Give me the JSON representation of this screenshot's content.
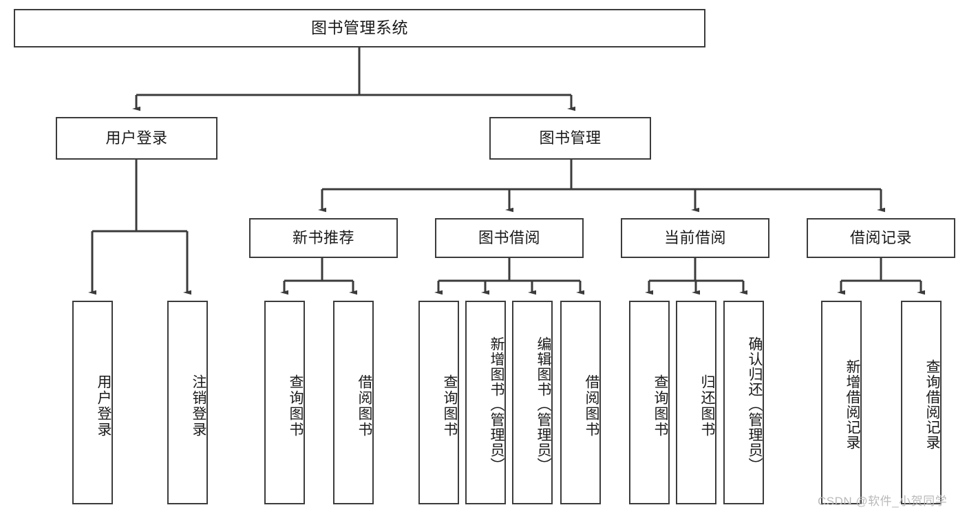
{
  "diagram": {
    "title": "图书管理系统",
    "type": "function-tree",
    "root": {
      "id": "root",
      "label": "图书管理系统"
    },
    "level2": [
      {
        "id": "user-login",
        "label": "用户登录"
      },
      {
        "id": "book-management",
        "label": "图书管理"
      }
    ],
    "level3": [
      {
        "id": "new-book-recommend",
        "label": "新书推荐",
        "parent": "book-management"
      },
      {
        "id": "book-borrow",
        "label": "图书借阅",
        "parent": "book-management"
      },
      {
        "id": "current-borrow",
        "label": "当前借阅",
        "parent": "book-management"
      },
      {
        "id": "borrow-record",
        "label": "借阅记录",
        "parent": "book-management"
      }
    ],
    "leaves": {
      "user-login": [
        {
          "id": "leaf-user-login",
          "label": "用户登录"
        },
        {
          "id": "leaf-logout",
          "label": "注销登录"
        }
      ],
      "new-book-recommend": [
        {
          "id": "leaf-query-book-1",
          "label": "查询图书"
        },
        {
          "id": "leaf-borrow-book-1",
          "label": "借阅图书"
        }
      ],
      "book-borrow": [
        {
          "id": "leaf-query-book-2",
          "label": "查询图书"
        },
        {
          "id": "leaf-add-book",
          "label": "新增图书（管理员）"
        },
        {
          "id": "leaf-edit-book",
          "label": "编辑图书（管理员）"
        },
        {
          "id": "leaf-borrow-book-2",
          "label": "借阅图书"
        }
      ],
      "current-borrow": [
        {
          "id": "leaf-query-book-3",
          "label": "查询图书"
        },
        {
          "id": "leaf-return-book",
          "label": "归还图书"
        },
        {
          "id": "leaf-confirm-return",
          "label": "确认归还（管理员）"
        }
      ],
      "borrow-record": [
        {
          "id": "leaf-add-record",
          "label": "新增借阅记录"
        },
        {
          "id": "leaf-query-record",
          "label": "查询借阅记录"
        }
      ]
    },
    "watermark": "CSDN @软件_小贺同学",
    "colors": {
      "stroke": "#3b3b3b",
      "fill": "#ffffff",
      "text": "#1a1a1a",
      "watermark": "#b9b9b9"
    }
  }
}
